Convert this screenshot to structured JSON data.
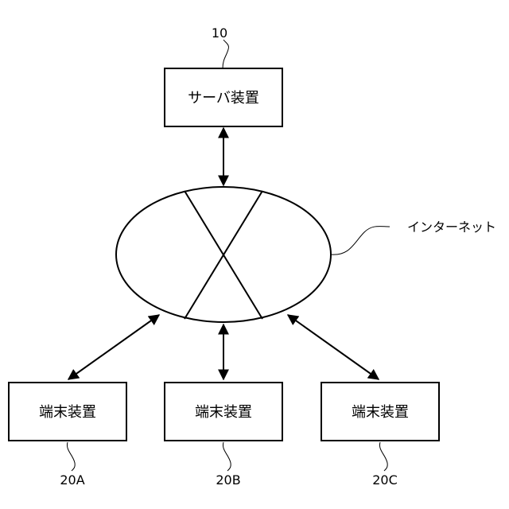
{
  "server": {
    "label": "サーバ装置",
    "ref": "10"
  },
  "network": {
    "label": "インターネット"
  },
  "terminals": [
    {
      "label": "端末装置",
      "ref": "20A"
    },
    {
      "label": "端末装置",
      "ref": "20B"
    },
    {
      "label": "端末装置",
      "ref": "20C"
    }
  ]
}
